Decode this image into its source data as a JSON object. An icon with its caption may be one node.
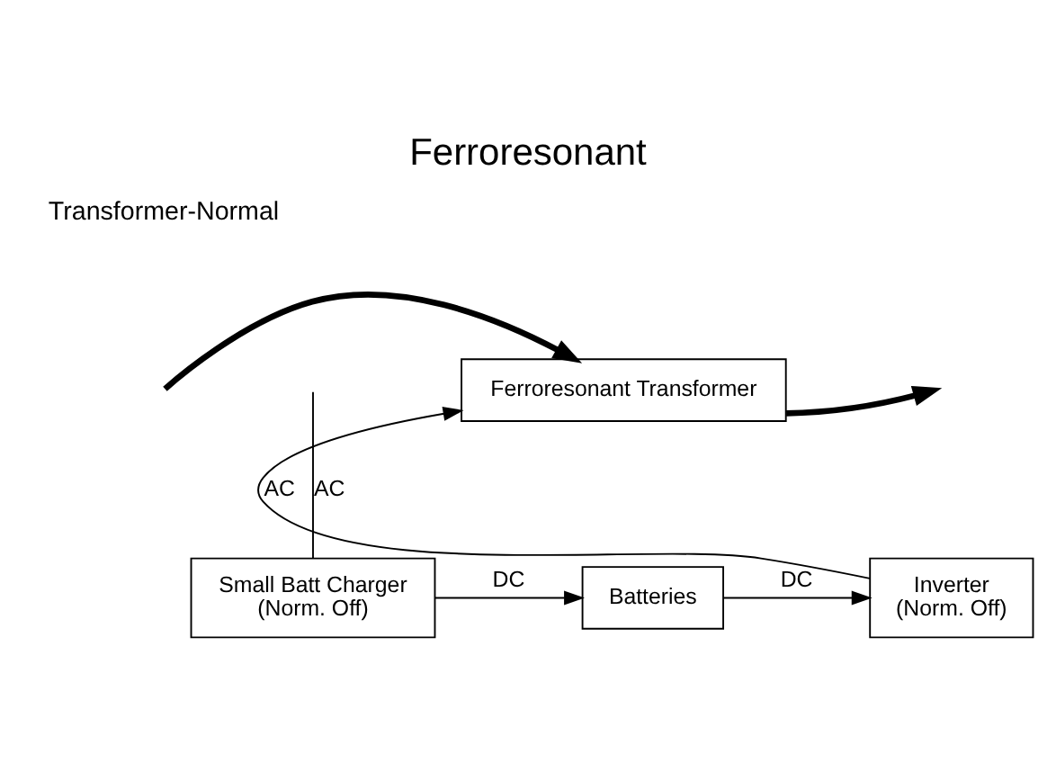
{
  "diagram": {
    "title": "Ferroresonant",
    "nodes": [
      {
        "text": [
          "Ferroresonant Transformer"
        ]
      },
      {
        "text": [
          "Small Batt Charger",
          "(Norm. Off)"
        ]
      },
      {
        "text": [
          "Batteries"
        ]
      },
      {
        "text": [
          "Inverter",
          "(Norm. Off)"
        ]
      }
    ],
    "edges": [
      {
        "from": null,
        "to": 0,
        "arrow": "to",
        "style": "thick"
      },
      {
        "from": 0,
        "to": null,
        "arrow": "to",
        "style": "thick"
      },
      {
        "from": null,
        "to": 1,
        "arrow": "none",
        "label": "AC"
      },
      {
        "from": 1,
        "to": 2,
        "arrow": "to",
        "label": "DC"
      },
      {
        "from": 2,
        "to": 3,
        "arrow": "to",
        "label": "DC"
      },
      {
        "from": 3,
        "to": 0,
        "arrow": "to",
        "label": "AC"
      }
    ],
    "labels": [
      "Transformer-Normal"
    ]
  }
}
